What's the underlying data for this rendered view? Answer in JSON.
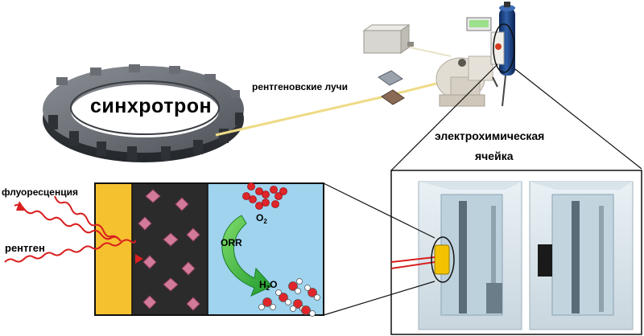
{
  "labels": {
    "synchrotron": "синхротрон",
    "xray_beams": "рентгеновские лучи",
    "cell_line1": "электрохимическая",
    "cell_line2": "ячейка",
    "fluorescence": "флуоресценция",
    "xray_in": "рентген",
    "orr": "ORR"
  },
  "formulas": {
    "oxygen": {
      "base": "O",
      "sub": "2"
    },
    "water": {
      "base1": "H",
      "sub": "2",
      "base2": "O"
    }
  },
  "colors": {
    "current_collector": "#f5c12e",
    "catalyst_layer": "#2b2b2b",
    "catalyst_particle": "#d27a9a",
    "electrolyte": "#9fd3ee",
    "oxygen_atom": "#e0262a",
    "hydrogen_atom": "#ffffff",
    "orr_arrow": "#2fb53a",
    "xray_wave": "#d91f1f",
    "beam": "#f2e6a0",
    "ring": "#555a60"
  },
  "icons": [
    "synchrotron-ring-icon",
    "beamline-device-icon",
    "monochromator-crystal-icon",
    "detector-icon",
    "cell-holder-icon"
  ]
}
